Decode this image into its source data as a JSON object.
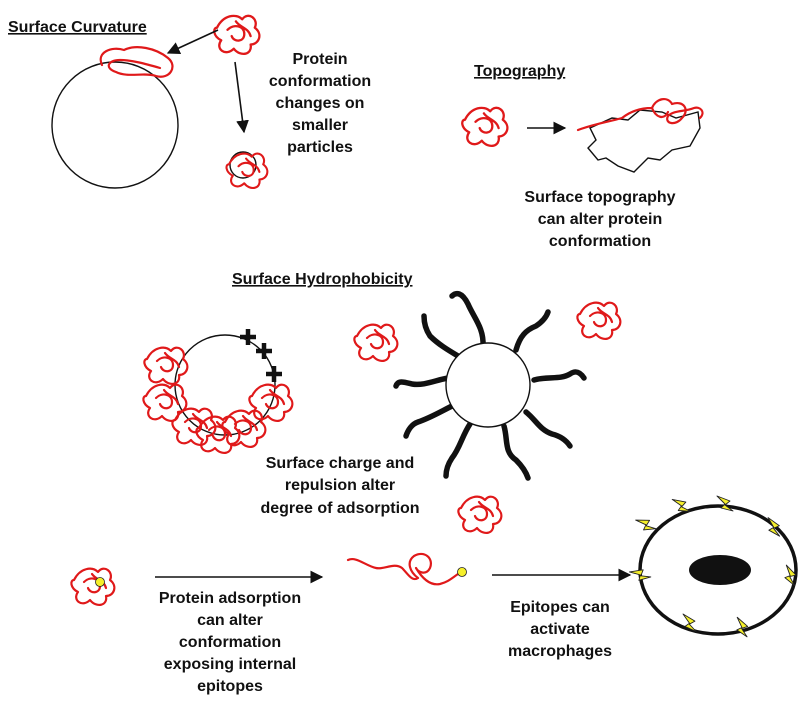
{
  "sections": {
    "curvature": {
      "title": "Surface Curvature",
      "caption": [
        "Protein",
        "conformation",
        "changes on",
        "smaller",
        "particles"
      ]
    },
    "topography": {
      "title": "Topography",
      "caption": [
        "Surface topography",
        "can alter protein",
        "conformation"
      ]
    },
    "hydrophobicity": {
      "title": "Surface Hydrophobicity",
      "caption": [
        "Surface charge and",
        "repulsion  alter",
        "degree of adsorption"
      ]
    },
    "adsorption": {
      "caption": [
        "Protein adsorption",
        "can alter",
        "conformation",
        "exposing internal",
        "epitopes"
      ]
    },
    "macrophage": {
      "caption": [
        "Epitopes can",
        "activate",
        "macrophages"
      ]
    }
  },
  "colors": {
    "protein": "#e0191a",
    "outline": "#111111",
    "epitope": "#f5ef2a",
    "background": "#ffffff"
  }
}
